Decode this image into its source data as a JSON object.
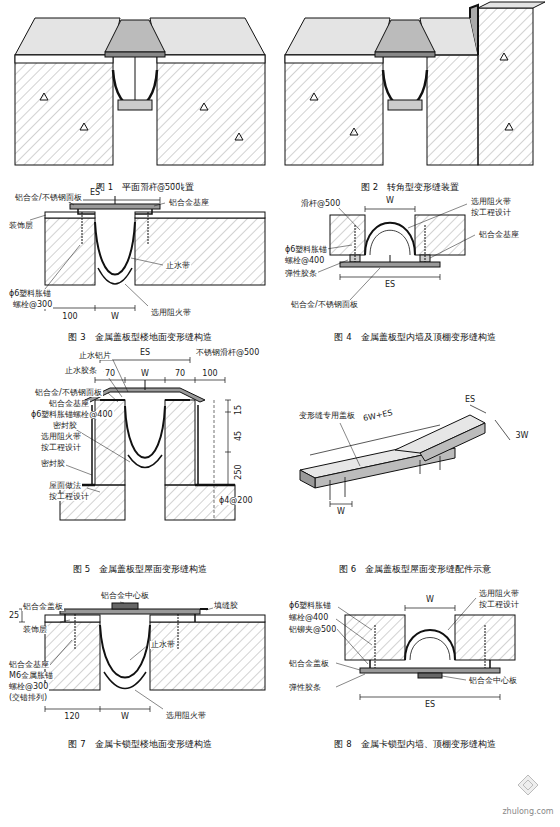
{
  "diagram": {
    "labels": [
      "图 1　平面型变形缝装置",
      "图 2　转角型变形缝装置",
      "铝合金/不锈钢面板",
      "滑杆@500",
      "ES",
      "铝合金基座",
      "装饰层",
      "ϕ6塑料胀锚",
      "螺栓@300",
      "止水带",
      "100",
      "W",
      "选用阻火带",
      "图 3　金属盖板型楼地面变形缝构造",
      "滑杆@500",
      "W",
      "选用阻火带",
      "按工程设计",
      "铝合金基座",
      "ϕ6塑料胀锚",
      "螺栓@400",
      "弹性胶条",
      "ES",
      "铝合金/不锈钢面板",
      "图 4　金属盖板型内墙及顶棚变形缝构造",
      "止水铝片",
      "止水胶条",
      "铝合金/不锈钢面板",
      "铝合金基座",
      "ϕ6塑料胀锚螺栓@400",
      "密封胶",
      "选用阻火带",
      "按工程设计",
      "密封胶",
      "屋面做法",
      "按工程设计",
      "ES",
      "不锈钢滑杆@500",
      "70",
      "W",
      "70",
      "100",
      "15",
      "45",
      "250",
      "ϕ4@200",
      "图 5　金属盖板型屋面变形缝构造",
      "变形缝专用盖板",
      "6W+ES",
      "ES",
      "3W",
      "W",
      "图 6　金属盖板型屋面变形缝配件示意",
      "铝合金中心板",
      "铝合金盖板",
      "装饰层",
      "填缝胶",
      "25",
      "止水带",
      "铝合金基座",
      "M6金属胀锚",
      "螺栓@300",
      "(交错排列)",
      "120",
      "W",
      "选用阻火带",
      "图 7　金属卡锁型楼地面变形缝构造",
      "W",
      "选用阻火带",
      "按工程设计",
      "ϕ6塑料胀锚",
      "螺栓@400",
      "铝铆夹@500",
      "铝合金盖板",
      "铝合金中心板",
      "弹性胶条",
      "ES",
      "图 8　金属卡锁型内墙、顶棚变形缝构造",
      "zhulong.com"
    ]
  }
}
